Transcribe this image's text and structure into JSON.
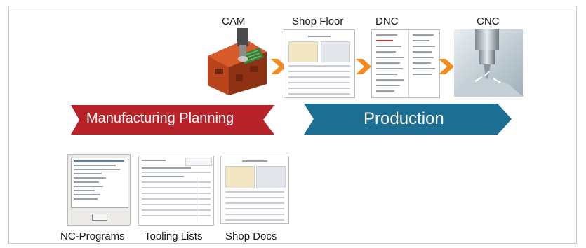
{
  "flow": {
    "stages": [
      "CAM",
      "Shop Floor",
      "DNC",
      "CNC"
    ]
  },
  "banners": {
    "planning": "Manufacturing Planning",
    "production": "Production",
    "planning_color": "#b8232a",
    "production_color": "#1d6e93"
  },
  "outputs": {
    "labels": [
      "NC-Programs",
      "Tooling Lists",
      "Shop Docs"
    ]
  },
  "arrow_color": "#f28a1d"
}
